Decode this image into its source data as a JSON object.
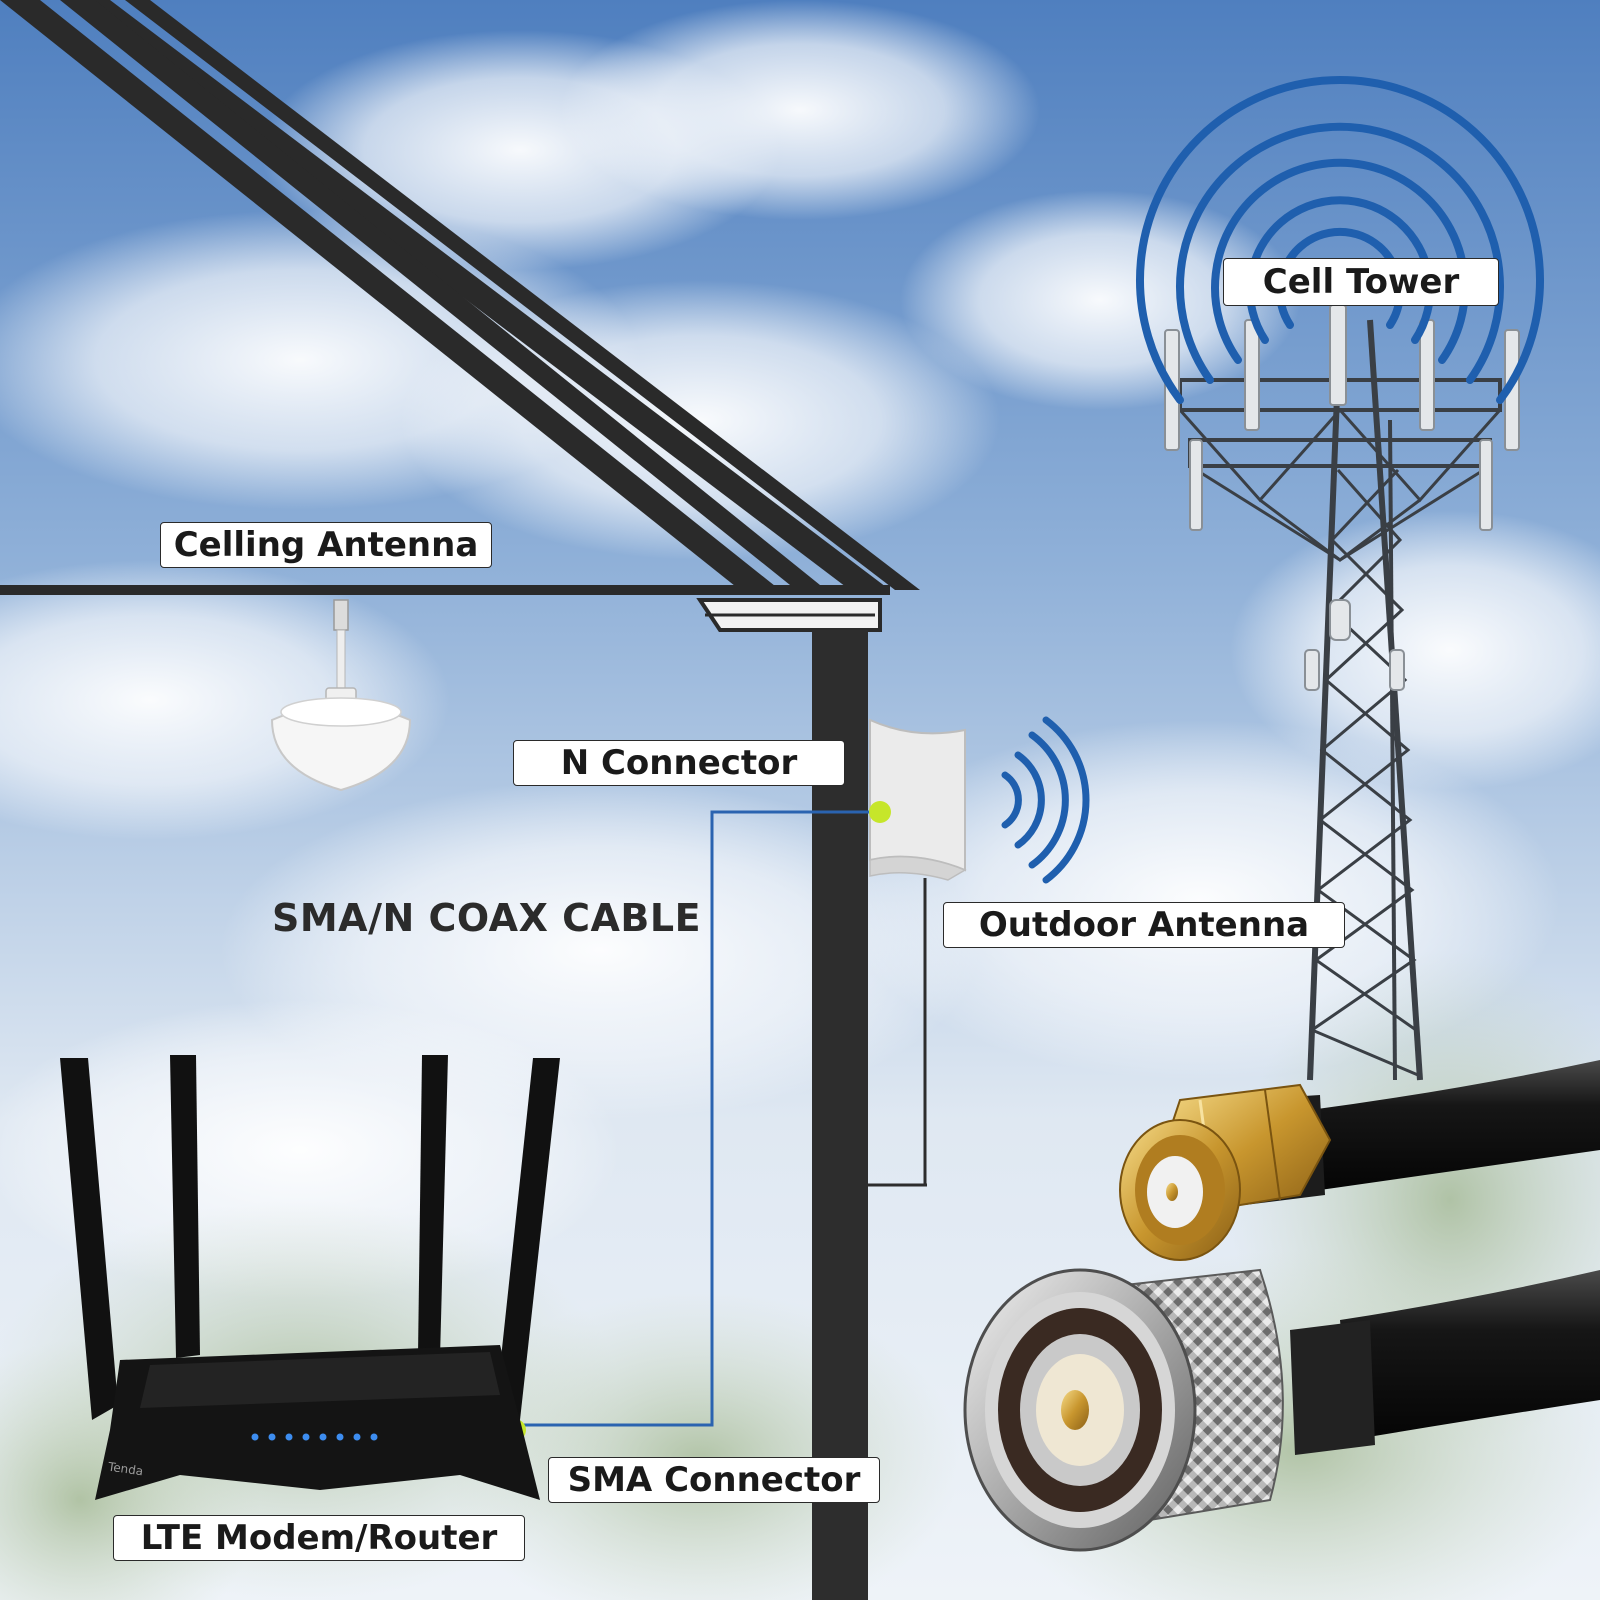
{
  "labels": {
    "cell_tower": "Cell Tower",
    "ceiling_antenna": "Celling Antenna",
    "n_connector": "N Connector",
    "coax_cable": "SMA/N COAX CABLE",
    "outdoor_antenna": "Outdoor Antenna",
    "sma_connector": "SMA Connector",
    "router": "LTE Modem/Router"
  },
  "router_brand": "Tenda",
  "icons": {
    "signal": "signal-waves-icon",
    "connection_point": "connection-dot-icon"
  },
  "colors": {
    "signal_waves": "#1f5fae",
    "cable_line": "#2a63b0",
    "connection_dot": "#c6e62a",
    "wall": "#2d2d2d",
    "sky_top": "#4f7fbf",
    "sky_bottom": "#eef3f8"
  }
}
